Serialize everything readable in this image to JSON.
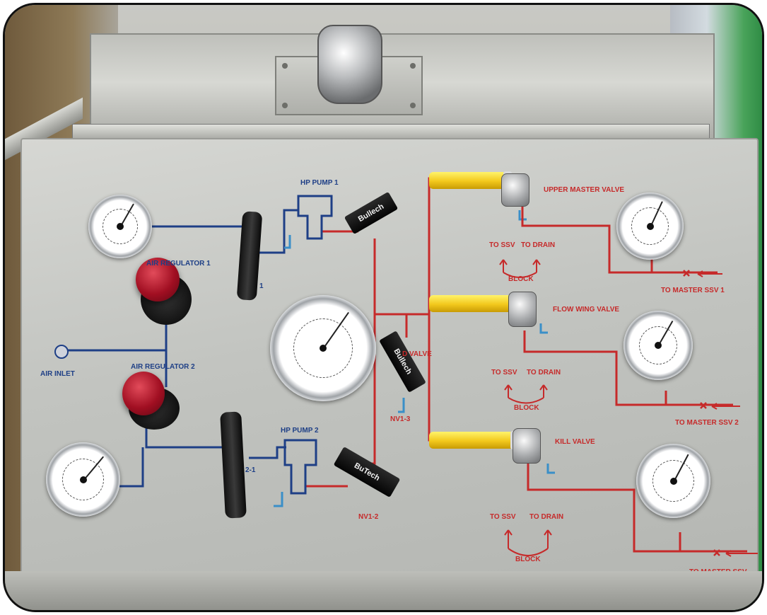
{
  "labels": {
    "hp_pump_1": "HP PUMP 1",
    "hp_pump_2": "HP PUMP 2",
    "air_regulator_1": "AIR REGULATOR 1",
    "air_regulator_2": "AIR REGULATOR 2",
    "air_inlet": "AIR INLET",
    "upper_master_valve": "UPPER MASTER VALVE",
    "flow_wing_valve": "FLOW WING VALVE",
    "kill_valve": "KILL VALVE",
    "valve_partial": "D VALVE",
    "to_ssv": "TO SSV",
    "to_drain": "TO DRAIN",
    "block": "BLOCK",
    "to_master_ssv_1": "TO MASTER SSV 1",
    "to_master_ssv_2": "TO MASTER SSV 2",
    "to_master_ssv_3": "TO MASTER SSV",
    "nv1_2": "NV1-2",
    "nv1_3": "NV1-3",
    "lever_2_1": "2-1",
    "lever_1": "1",
    "brand": "Bullech",
    "brand2": "BuTech"
  },
  "colors": {
    "red_line": "#c62a2a",
    "blue_line": "#1e3f86",
    "light_blue": "#3a8fc8",
    "panel": "#c6c8c4",
    "handle_yellow": "#f2c81c",
    "knob_red": "#a10f22"
  },
  "icons": [
    "pressure-gauge-icon",
    "regulator-knob-icon",
    "needle-valve-icon",
    "ball-valve-handle-icon",
    "check-arrow-icon"
  ]
}
